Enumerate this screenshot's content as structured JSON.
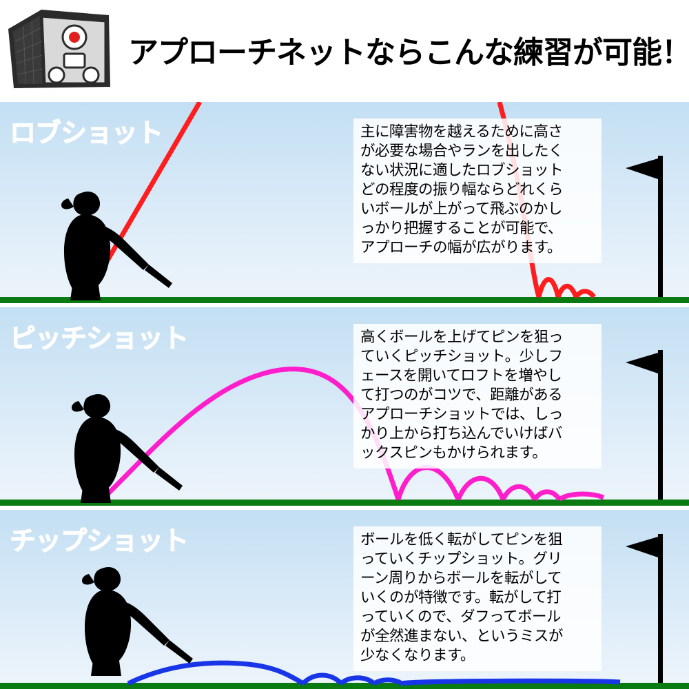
{
  "header": {
    "title": "アプローチネットならこんな練習が可能！！",
    "net_icon": "golf-chipping-net-icon"
  },
  "colors": {
    "grass": "#0a7a12",
    "sky_top": "#c9e2f5",
    "sky_bottom": "#e9f3fb",
    "lob_trajectory": "#ff1d1d",
    "pitch_trajectory": "#ff1ecb",
    "chip_trajectory": "#1836e8",
    "label_text": "#ffffff",
    "body_text": "#000000",
    "textbox_bg": "rgba(255,255,255,0.86)"
  },
  "panels": [
    {
      "id": "lob-shot",
      "label": "ロブショット",
      "trajectory_color": "#ff1d1d",
      "body": "主に障害物を越えるために高さ\nが必要な場合やランを出したく\nない状況に適したロブショット\nどの程度の振り幅ならどれくら\nいボールが上がって飛ぶのかし\nっかり把握することが可能で、\nアプローチの幅が広がります。",
      "flag_icon": "golf-flag-icon",
      "golfer_icon": "golfer-silhouette-icon"
    },
    {
      "id": "pitch-shot",
      "label": "ピッチショット",
      "trajectory_color": "#ff1ecb",
      "body": "高くボールを上げてピンを狙っ\nていくピッチショット。少しフ\nェースを開いてロフトを増やし\nて打つのがコツで、距離がある\nアプローチショットでは、しっ\nかり上から打ち込んでいけばバ\nックスピンもかけられます。",
      "flag_icon": "golf-flag-icon",
      "golfer_icon": "golfer-silhouette-icon"
    },
    {
      "id": "chip-shot",
      "label": "チップショット",
      "trajectory_color": "#1836e8",
      "body": "ボールを低く転がしてピンを狙\nっていくチップショット。グリ\nーン周りからボールを転がして\nいくのが特徴です。転がして打\nっていくので、ダフってボール\nが全然進まない、というミスが\n少なくなります。",
      "flag_icon": "golf-flag-icon",
      "golfer_icon": "golfer-silhouette-icon"
    }
  ]
}
